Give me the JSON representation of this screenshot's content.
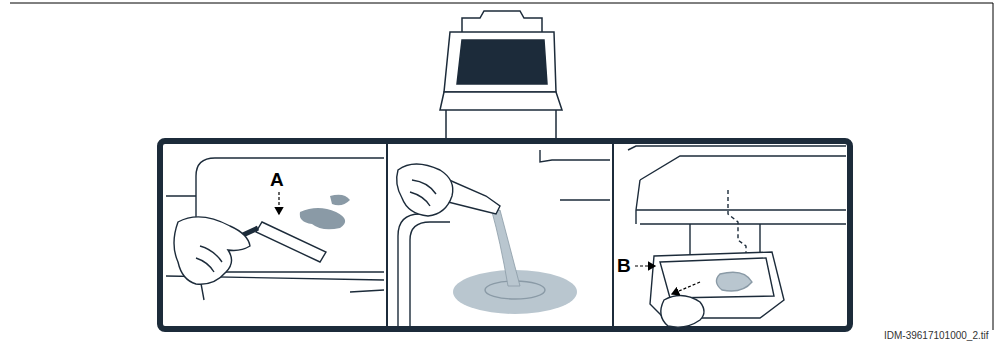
{
  "diagram": {
    "labels": [
      "A",
      "B",
      "IDM-39617101000_2.tif"
    ]
  }
}
